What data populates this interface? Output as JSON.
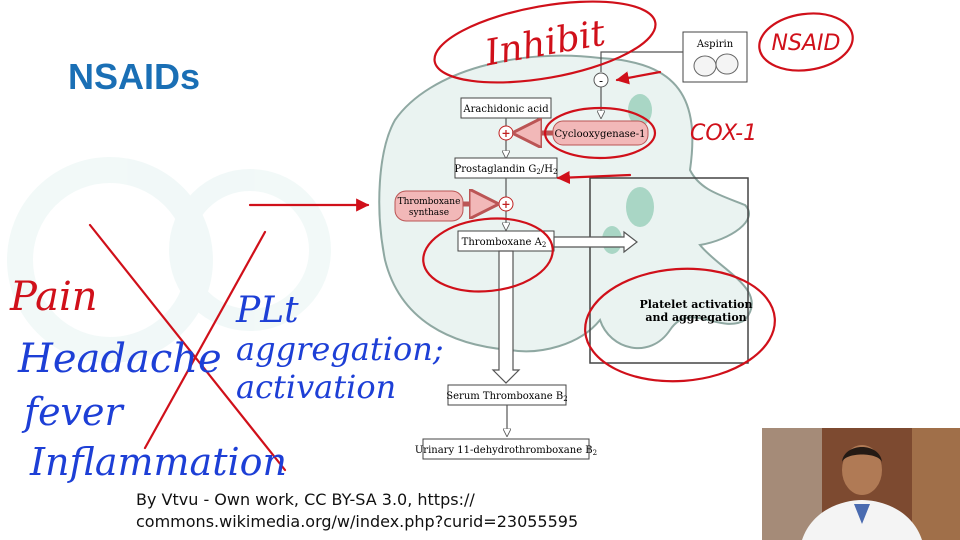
{
  "slide": {
    "title": "NSAIDs",
    "title_color": "#1a6fb5",
    "caption_line1": "By Vtvu - Own work, CC BY-SA 3.0, https://",
    "caption_line2": "commons.wikimedia.org/w/index.php?curid=23055595"
  },
  "diagram": {
    "aspirin_label": "Aspirin",
    "arachidonic_label": "Arachidonic acid",
    "cox_label": "Cyclooxygenase-1",
    "pgg_label_base": "Prostaglandin G",
    "pgg_sub1": "2",
    "pgg_sep": "/H",
    "pgg_sub2": "2",
    "txs_label_line1": "Thromboxane",
    "txs_label_line2": "synthase",
    "txa_label_base": "Thromboxane A",
    "txa_sub": "2",
    "platelet_line1": "Platelet activation",
    "platelet_line2": "and aggregation",
    "serum_label_base": "Serum Thromboxane B",
    "serum_sub": "2",
    "urinary_label_base": "Urinary 11-dehydrothromboxane B",
    "urinary_sub": "2",
    "minus_sign": "-",
    "plus_sign": "+",
    "enzyme_fill": "#f2b8b8"
  },
  "annotations": {
    "inhibit": "Inhibit",
    "nsaid": "NSAID",
    "cox1": "COX-1",
    "pain": "Pain",
    "headache": "Headache",
    "fever": "fever",
    "inflammation": "Inflammation",
    "plt_line1": "PLt",
    "plt_line2": "aggregation;",
    "plt_line3": "activation",
    "red_ink": "#d0101a",
    "blue_ink": "#1d3fd6"
  }
}
